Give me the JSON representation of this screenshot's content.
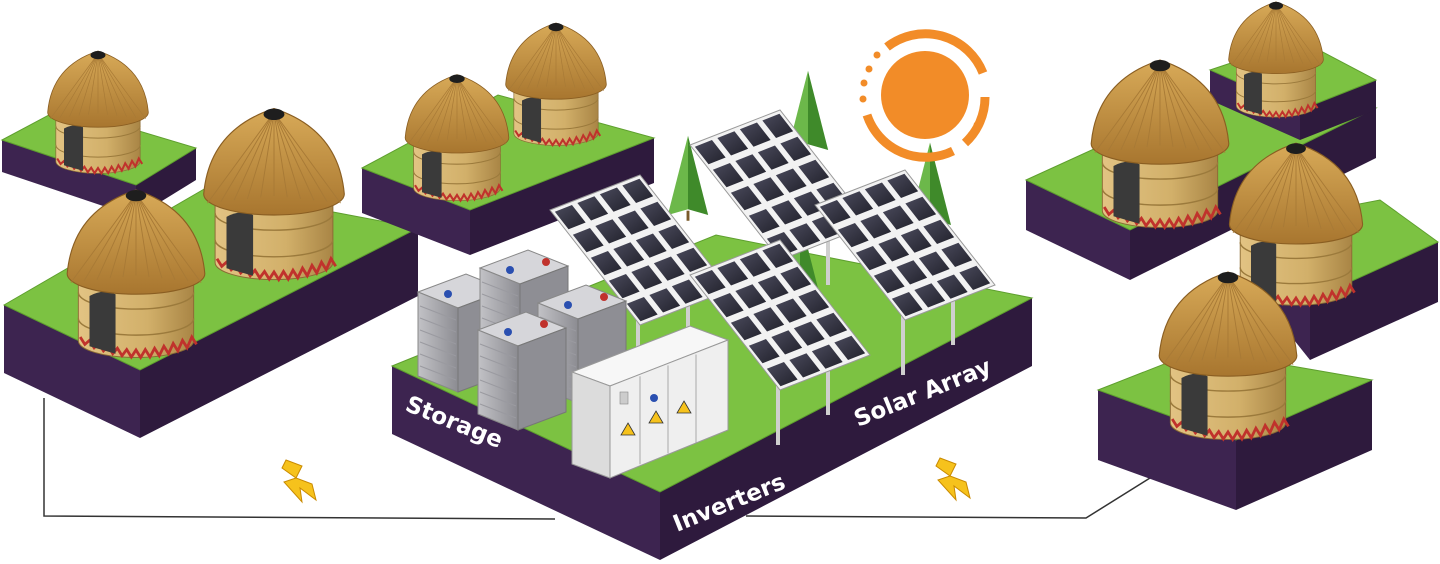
{
  "labels": {
    "storage": "Storage",
    "inverters": "Inverters",
    "solar_array": "Solar Array"
  },
  "colors": {
    "grass": "#7cc242",
    "grass_dark": "#5e9f2e",
    "platform_side": "#2e1a3d",
    "platform_side_light": "#3d2450",
    "thatch": "#c99a4a",
    "thatch_dark": "#9b6b2c",
    "wall": "#d9b873",
    "wall_dark": "#b48f4e",
    "sun": "#f28c28",
    "panel": "#3a3a48",
    "battery": "#a9a9ad",
    "inverter": "#eeeeee",
    "tree": "#5aa13a",
    "bolt": "#f6c21c",
    "wire": "#333333"
  },
  "icons": [
    "sun-icon",
    "lightning-bolt-icon",
    "solar-panel-icon",
    "battery-icon",
    "inverter-cabinet-icon",
    "hut-icon",
    "tree-icon"
  ]
}
